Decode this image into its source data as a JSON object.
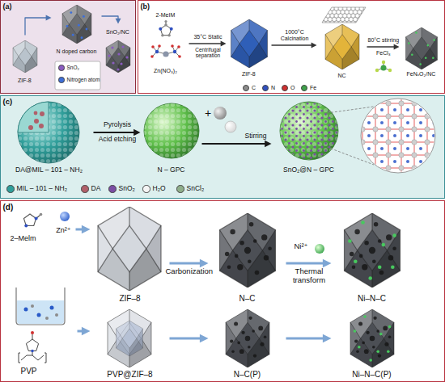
{
  "diagram": {
    "nodes": [
      {
        "text": [
          "(a)"
        ]
      },
      {
        "text": [
          "ZIF-8"
        ],
        "in": 0
      },
      {
        "text": [
          "N doped carbon"
        ],
        "in": 0
      },
      {
        "text": [
          "SnO₂/NC"
        ],
        "in": 0
      },
      {
        "text": [
          "(b)"
        ]
      },
      {
        "text": [
          "2-MeIM",
          "Zn(NO₃)₂"
        ],
        "in": 4
      },
      {
        "text": [
          "ZIF-8"
        ],
        "in": 4
      },
      {
        "text": [
          "NC"
        ],
        "in": 4
      },
      {
        "text": [
          "FeNₓO₂/NC"
        ],
        "in": 4
      },
      {
        "text": [
          "(c)"
        ]
      },
      {
        "text": [
          "DA@MIL – 101 – NH₂"
        ],
        "in": 9
      },
      {
        "text": [
          "N – GPC"
        ],
        "in": 9
      },
      {
        "text": [
          "SnO₂@N – GPC"
        ],
        "in": 9
      },
      {
        "text": [
          "(d)"
        ]
      },
      {
        "text": [
          "2–Melm",
          "Zn²⁺"
        ],
        "in": 13
      },
      {
        "text": [
          "ZIF–8"
        ],
        "in": 13
      },
      {
        "text": [
          "N–C"
        ],
        "in": 13
      },
      {
        "text": [
          "Ni–N–C"
        ],
        "in": 13
      },
      {
        "text": [
          "PVP"
        ],
        "in": 13
      },
      {
        "text": [
          "PVP@ZIF–8"
        ],
        "in": 13
      },
      {
        "text": [
          "N–C(P)"
        ],
        "in": 13
      },
      {
        "text": [
          "Ni–N–C(P)"
        ],
        "in": 13
      }
    ],
    "edges": [
      {
        "from": 1,
        "to": 2,
        "arrow": "to"
      },
      {
        "from": 2,
        "to": 3,
        "arrow": "to"
      },
      {
        "from": 5,
        "to": 6,
        "label": "35°C Static",
        "arrow": "to"
      },
      {
        "from": 6,
        "to": 7,
        "label": "1000°C Calcination",
        "arrow": "to"
      },
      {
        "from": 7,
        "to": 8,
        "label": "80°C stirring",
        "arrow": "to"
      },
      {
        "from": 10,
        "to": 11,
        "label": "Pyrolysis",
        "arrow": "to"
      },
      {
        "from": 11,
        "to": 12,
        "label": "Stirring",
        "arrow": "to"
      },
      {
        "from": 14,
        "to": 15,
        "arrow": "to"
      },
      {
        "from": 15,
        "to": 16,
        "label": "Carbonization",
        "arrow": "to"
      },
      {
        "from": 16,
        "to": 17,
        "label": "Thermal transform",
        "arrow": "to"
      },
      {
        "from": 18,
        "to": 19,
        "arrow": "to"
      },
      {
        "from": 19,
        "to": 20,
        "arrow": "to"
      },
      {
        "from": 20,
        "to": 21,
        "arrow": "to"
      }
    ],
    "labels": [
      "Centrifugal separation",
      "FeCl₃",
      "Acid etching",
      "+",
      "Ni²⁺"
    ],
    "legend": [
      {
        "text": "SnO₂",
        "color": "#8a5cc0"
      },
      {
        "text": "Nitrogen atom",
        "color": "#3e6fd8"
      },
      {
        "text": "C",
        "color": "#8c8c8c"
      },
      {
        "text": "N",
        "color": "#3050c0"
      },
      {
        "text": "O",
        "color": "#d03030"
      },
      {
        "text": "Fe",
        "color": "#3fa24a"
      },
      {
        "text": "MIL – 101 – NH₂",
        "color": "#2f9e9a"
      },
      {
        "text": "DA",
        "color": "#b0606a"
      },
      {
        "text": "SnO₂",
        "color": "#7b4ea3"
      },
      {
        "text": "H₂O",
        "color": "#f5f5f5"
      },
      {
        "text": "SnCl₂",
        "color": "#8fae8a"
      }
    ]
  }
}
